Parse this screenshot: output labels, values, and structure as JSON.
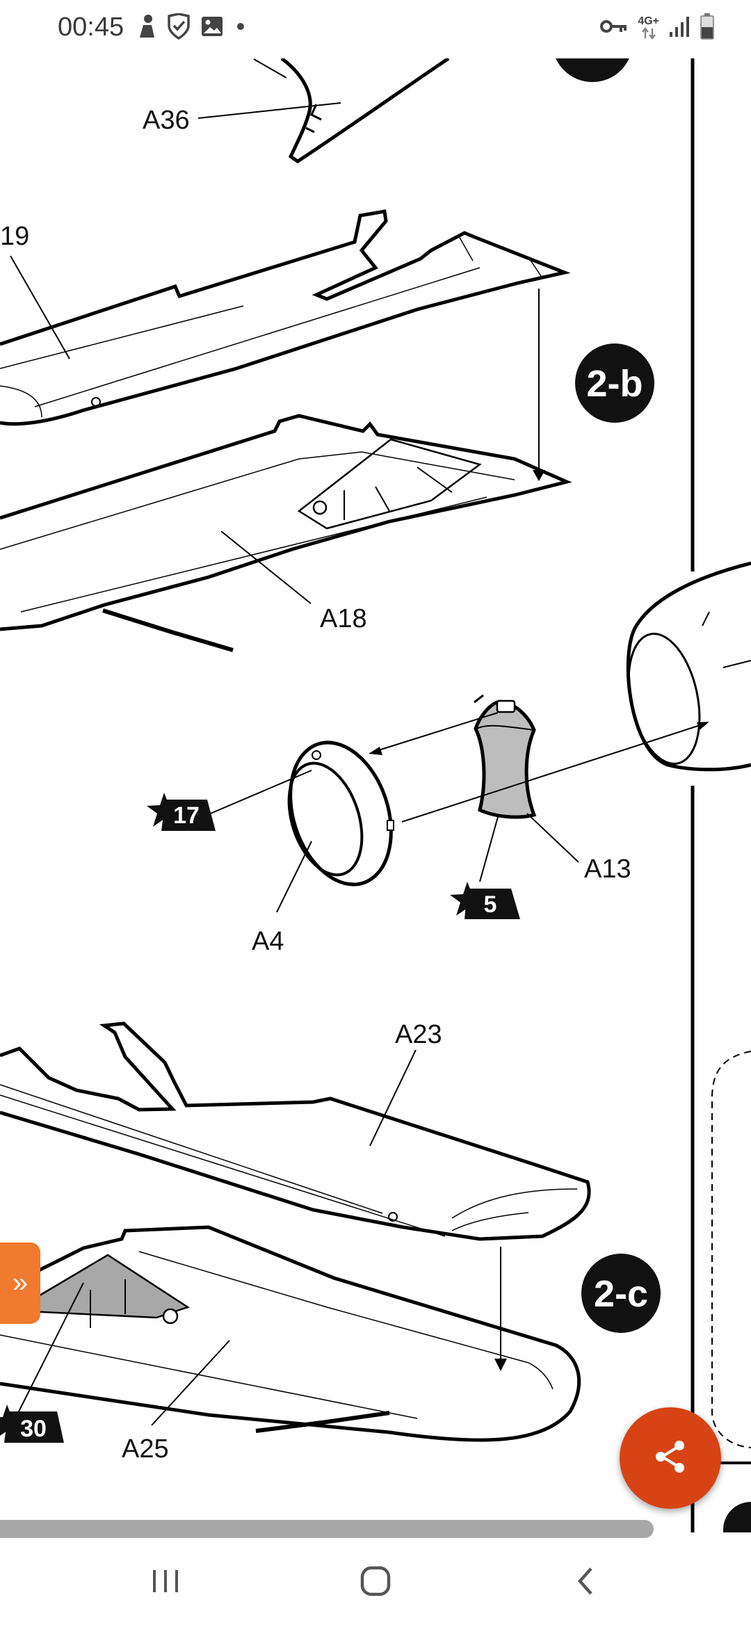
{
  "status_bar": {
    "time": "00:45",
    "network": "4G+",
    "icons_left": [
      "person-icon",
      "shield-check-icon",
      "image-icon",
      "dot-icon"
    ],
    "icons_right": [
      "key-icon",
      "network-arrows-icon",
      "signal-icon",
      "battery-icon"
    ]
  },
  "instructions": {
    "steps": [
      "2-b",
      "2-c"
    ],
    "part_labels": {
      "a36": "A36",
      "p19": "19",
      "a18": "A18",
      "a13": "A13",
      "a4": "A4",
      "a23": "A23",
      "a25": "A25"
    },
    "paint_refs": {
      "r17": "17",
      "r5": "5",
      "r30": "30"
    }
  },
  "side_tab": {
    "label": "»"
  },
  "fab": {
    "icon": "share-icon",
    "color": "#d84315"
  },
  "nav_bar": {
    "buttons": [
      "recent-apps-icon",
      "home-icon",
      "back-icon"
    ]
  }
}
